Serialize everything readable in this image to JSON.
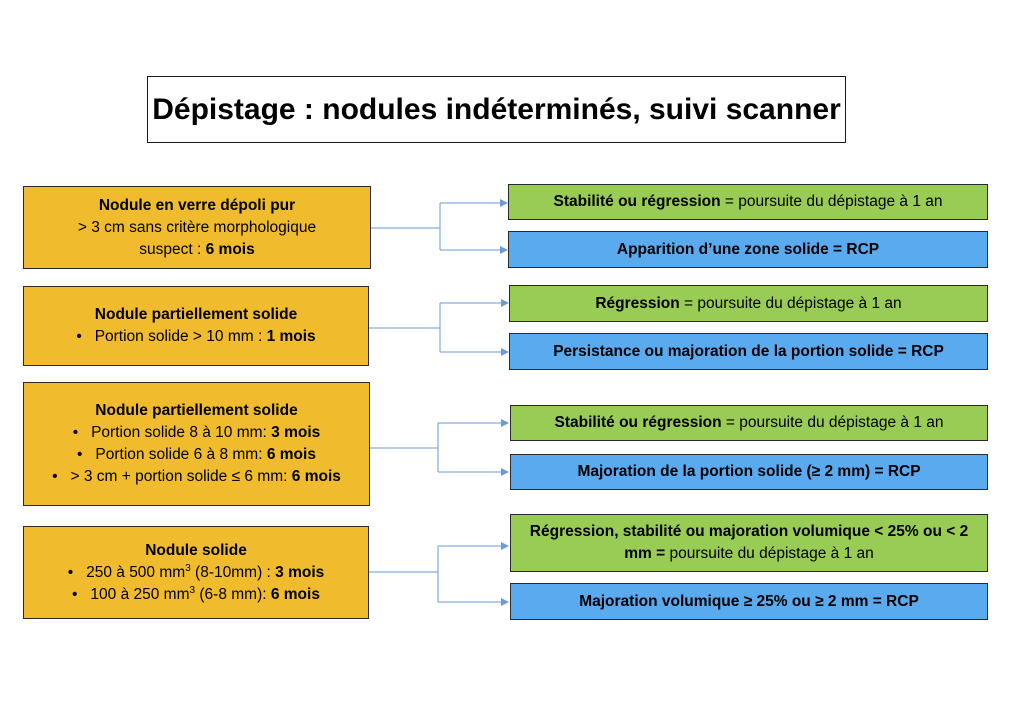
{
  "title": "Dépistage : nodules indéterminés, suivi scanner",
  "colors": {
    "left_box": "#f0bb2c",
    "green_box": "#99cc55",
    "blue_box": "#5aaaf0",
    "connector": "#6a9ad8"
  },
  "rows": [
    {
      "left": {
        "head": "Nodule en verre dépoli pur",
        "line1": "> 3 cm sans critère morphologique",
        "line2_pre": "suspect : ",
        "line2_bold": "6 mois"
      },
      "green": {
        "bold": "Stabilité ou régression",
        "rest": " = poursuite du dépistage à 1 an"
      },
      "blue": {
        "bold": "Apparition d’une zone solide = RCP"
      }
    },
    {
      "left": {
        "head": "Nodule partiellement solide",
        "bullets": [
          {
            "text": "Portion solide > 10 mm : ",
            "bold": "1 mois"
          }
        ]
      },
      "green": {
        "bold": "Régression",
        "rest": " = poursuite du dépistage à 1 an"
      },
      "blue": {
        "bold": "Persistance ou majoration de la portion solide = RCP"
      }
    },
    {
      "left": {
        "head": "Nodule partiellement solide",
        "bullets": [
          {
            "text": "Portion solide 8 à 10 mm: ",
            "bold": "3 mois"
          },
          {
            "text": "Portion solide 6 à 8 mm: ",
            "bold": "6 mois"
          },
          {
            "text": "> 3 cm + portion solide ≤ 6 mm: ",
            "bold": "6 mois"
          }
        ]
      },
      "green": {
        "bold": "Stabilité ou régression",
        "rest": " = poursuite du dépistage à 1 an"
      },
      "blue": {
        "bold": "Majoration de la portion solide (≥ 2 mm) = RCP"
      }
    },
    {
      "left": {
        "head": "Nodule solide",
        "bullets": [
          {
            "pre": "250 à 500 mm",
            "sup": "3",
            "text": " (8-10mm) : ",
            "bold": "3 mois"
          },
          {
            "pre": "100 à 250 mm",
            "sup": "3",
            "text": " (6-8 mm): ",
            "bold": "6 mois"
          }
        ]
      },
      "green": {
        "bold": "Régression, stabilité ou majoration volumique < 25% ou < 2 mm =",
        "rest": " poursuite du dépistage à 1 an"
      },
      "blue": {
        "bold": "Majoration volumique ≥ 25% ou ≥ 2 mm = RCP"
      }
    }
  ],
  "bullet_char": "•"
}
